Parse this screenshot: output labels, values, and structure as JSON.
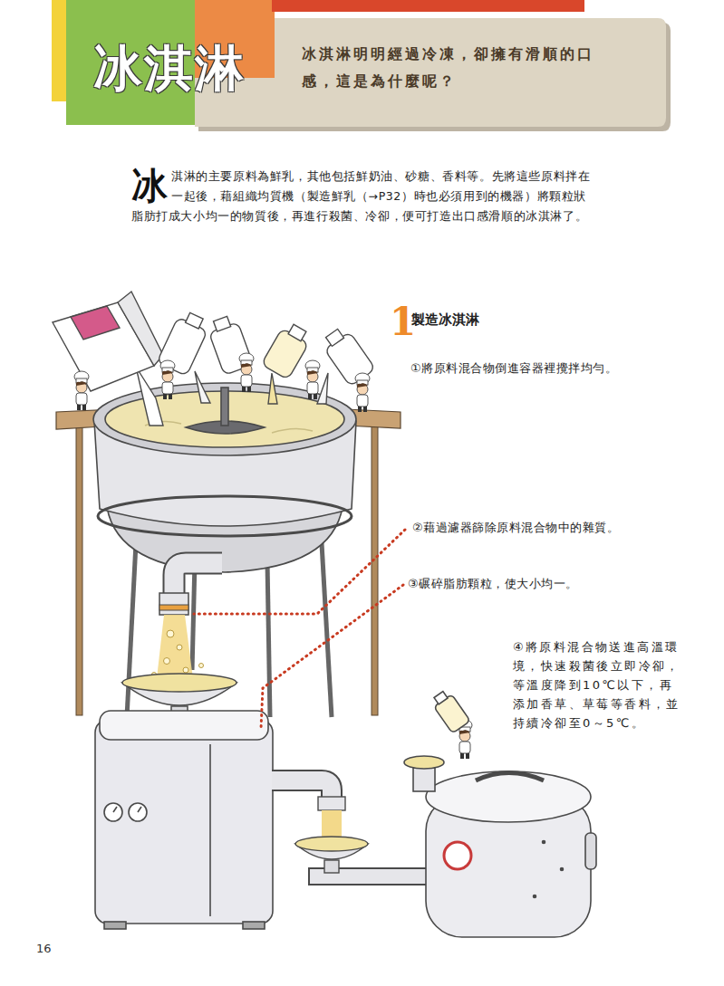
{
  "diagram": {
    "title": "冰淇淋",
    "labels": [
      "冰淇淋明明經過冷凍，卻擁有滑順的口感，這是為什麼呢？",
      "冰",
      "淇淋的主要原料為鮮乳，其他包括鮮奶油、砂糖、香料等。先將這些原料拌在一起後，藉組織均質機（製造鮮乳（→P32）時也必須用到的機器）將顆粒狀脂肪打成大小均一的物質後，再進行殺菌、冷卻，便可打造出口感滑順的冰淇淋了。",
      "1",
      "製造冰淇淋",
      "①將原料混合物倒進容器裡攪拌均勻。",
      "②藉過濾器篩除原料混合物中的雜質。",
      "③碾碎脂肪顆粒，使大小均一。",
      "④將原料混合物送進高溫環境，快速殺菌後立即冷卻，等溫度降到10℃以下，再添加香草、草莓等香料，並持續冷卻至0～5℃。",
      "16"
    ]
  }
}
